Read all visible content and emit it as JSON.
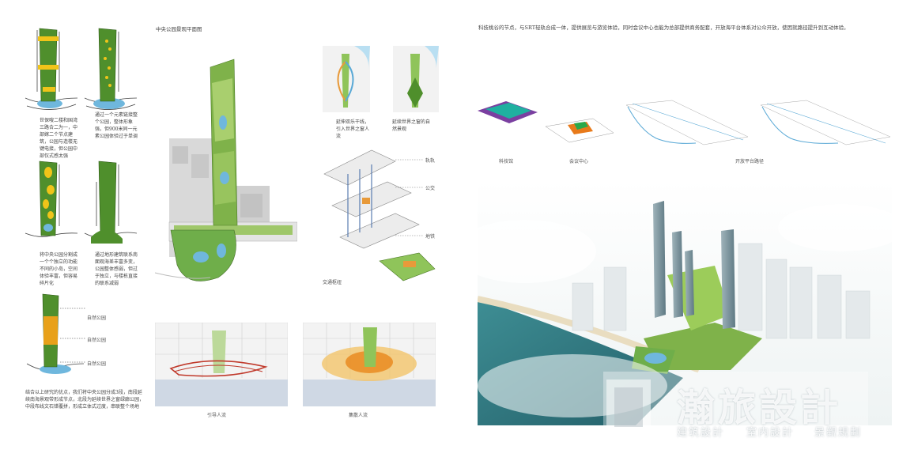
{
  "left_captions": {
    "c1": "世保嗖二楼和国湾三路合二为一，中部嫁二个节点建筑，公园与造楼无键电接，但公园中部仅式感太强",
    "c2": "通过一个元素链接整个公园，整体形象强，但900米同一元素公园体验过于单调",
    "c3": "将中央公园分割成一个个独立的功能不同的小岛，空间体验丰富，但容易碎片化",
    "c4": "通过地形建筑联系南面观海差丰富多变，公园整体感弱，但过于独立，与楼栋直接的联系减弱",
    "c5": "结合以上研究的优点，我们将中央公园分成3段，南段延续南海景观带形成节点，北段为延续世界之窗绿廊公园，中段布线文石错覆拼，形成立体式过度，串联整个场地"
  },
  "natural_park_labels": [
    "自然公园",
    "自然公园",
    "自然公园"
  ],
  "plan_title": "中央公园景观平面图",
  "extension_captions": {
    "left": "延伸双乐干线，引入世界之窗人流",
    "right": "延续世界之窗的自然景观"
  },
  "transport_labels": {
    "rail": "轨轨",
    "bus": "公交",
    "metro": "地铁",
    "hub": "交通枢纽"
  },
  "flow_captions": {
    "guide": "引导人流",
    "gather": "集散人流"
  },
  "right_paragraph": "科技桃谷的节点，与SRT轻轨合成一体，提供展览与游览体验，同时会议中心也能为总部提供商务配套，开放海平台体系对公众开放，使因就路径提升到互动体验。",
  "diagram_labels": {
    "tech": "科技馆",
    "conf": "会议中心",
    "path": "开放平台路径"
  },
  "watermark": {
    "title": "瀚旅設計",
    "subs": [
      "建筑設計",
      "室内設計",
      "景觀規劃"
    ]
  },
  "colors": {
    "park_green": "#4f8f2c",
    "accent_orange": "#e8a11a",
    "water_blue": "#5aa9d6",
    "route_red": "#c0392b",
    "sea_teal": "#2f7f86"
  }
}
